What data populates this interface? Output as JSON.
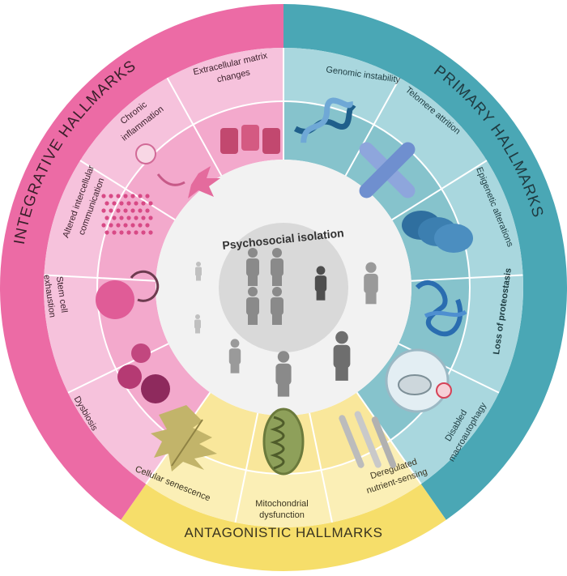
{
  "outer_ring": {
    "primary": "PRIMARY HALLMARKS",
    "antagonistic": "ANTAGONISTIC HALLMARKS",
    "integrative": "INTEGRATIVE HALLMARKS"
  },
  "center": {
    "title": "Psychosocial isolation"
  },
  "primary_labels": {
    "genomic": "Genomic instability",
    "telomere": "Telomere attrition",
    "epigenetic": "Epigenetic alterations",
    "proteostasis": "Loss of proteostasis",
    "autophagy_1": "Disabled",
    "autophagy_2": "macroautophagy"
  },
  "antagonistic_labels": {
    "senescence": "Cellular senescence",
    "mito_1": "Mitochondrial",
    "mito_2": "dysfunction",
    "nutrient_1": "Deregulated",
    "nutrient_2": "nutrient-sensing"
  },
  "integrative_labels": {
    "dysbiosis": "Dysbiosis",
    "stem_1": "Stem cell",
    "stem_2": "exhaustion",
    "altered_1": "Altered intercellular",
    "altered_2": "communication",
    "chronic_1": "Chronic",
    "chronic_2": "inflammation",
    "ecm_1": "Extracellular matrix",
    "ecm_2": "changes"
  },
  "colors": {
    "primary_band": "#4aa7b5",
    "primary_text_band": "#a9d7de",
    "primary_icon_band": "#86c3cc",
    "antagonistic_band": "#f6de6a",
    "antagonistic_text_band": "#fbefb6",
    "antagonistic_icon_band": "#f9e79b",
    "integrative_band": "#ec6ba5",
    "integrative_text_band": "#f6c2dc",
    "integrative_icon_band": "#f3a9cc",
    "center": "#f2f2f2",
    "center_core": "#d6d6d6",
    "figure": "#8a8a8a"
  },
  "icons": {
    "genomic": "dna-helix-icon",
    "telomere": "chromosome-icon",
    "epigenetic": "nucleosome-icon",
    "proteostasis": "protein-fold-icon",
    "autophagy": "autophagosome-icon",
    "senescence": "withered-leaf-icon",
    "mitochondria": "mitochondrion-icon",
    "nutrient": "cutlery-icon",
    "dysbiosis": "bacteria-icon",
    "stem": "stem-cell-icon",
    "altered": "signal-dots-icon",
    "chronic": "immune-cell-icon",
    "ecm": "tissue-cells-icon",
    "people": "person-icon"
  }
}
